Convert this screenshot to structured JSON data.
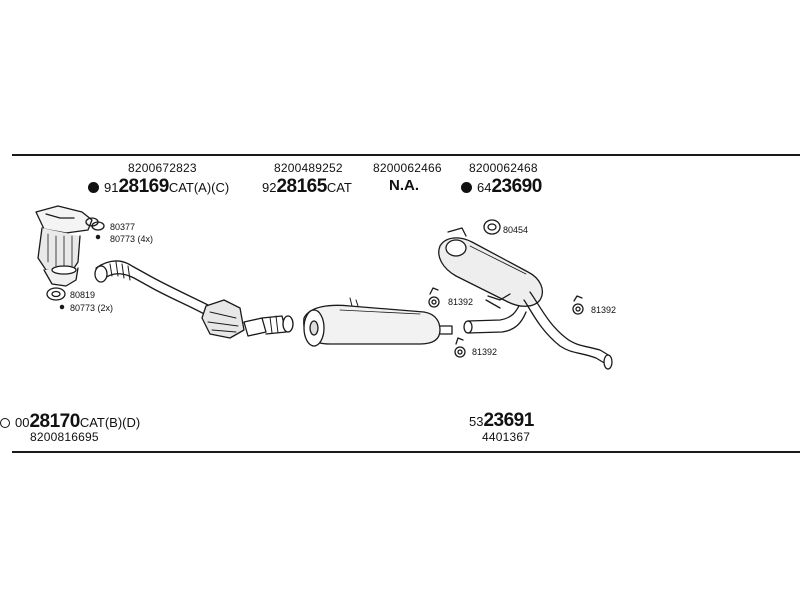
{
  "parts": [
    {
      "oe": "8200672823",
      "prefix": "91",
      "number": "28169",
      "suffix": "CAT(A)(C)",
      "marker": "filled"
    },
    {
      "oe": "8200489252",
      "prefix": "92",
      "number": "28165",
      "suffix": "CAT",
      "marker": "none"
    },
    {
      "oe": "8200062466",
      "text": "N.A.",
      "marker": "none"
    },
    {
      "oe": "8200062468",
      "prefix": "64",
      "number": "23690",
      "suffix": "",
      "marker": "filled"
    }
  ],
  "bottom_left": {
    "prefix": "00",
    "number": "28170",
    "suffix": "CAT(B)(D)",
    "oe": "8200816695",
    "marker": "ring"
  },
  "bottom_right": {
    "prefix": "53",
    "number": "23691",
    "oe": "4401367"
  },
  "callouts": {
    "c80377": "80377",
    "c80773a": "80773 (4x)",
    "c80819": "80819",
    "c80773b": "80773 (2x)",
    "c80454": "80454",
    "c81392a": "81392",
    "c81392b": "81392",
    "c81392c": "81392"
  }
}
